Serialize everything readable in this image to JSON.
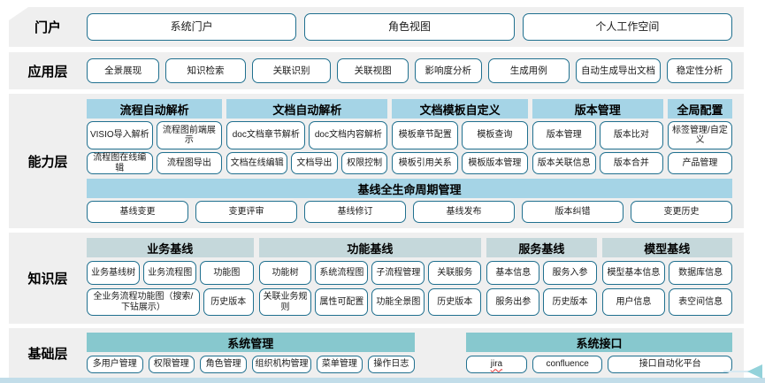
{
  "colors": {
    "band_bg": "#efefef",
    "box_border": "#20708f",
    "capability_header_bg": "#a5d4e6",
    "knowledge_header_bg": "#c5d8db",
    "foundation_header_bg": "#87c8ce",
    "bottom_strip": "#c2dde9",
    "arrow": "#93d2da",
    "misspell_underline": "#e03131"
  },
  "portal": {
    "label": "门户",
    "buttons": [
      "系统门户",
      "角色视图",
      "个人工作空间"
    ]
  },
  "app": {
    "label": "应用层",
    "buttons": [
      "全景展现",
      "知识检索",
      "关联识别",
      "关联视图",
      "影响度分析",
      "生成用例",
      "自动生成导出文档",
      "稳定性分析"
    ]
  },
  "capability": {
    "label": "能力层",
    "groups": [
      {
        "title": "流程自动解析",
        "row1": [
          "VISIO导入解析",
          "流程图前端展示"
        ],
        "row2": [
          "流程图在线编辑",
          "流程图导出"
        ]
      },
      {
        "title": "文档自动解析",
        "row1": [
          "doc文档章节解析",
          "doc文档内容解析"
        ],
        "row2": [
          "文档在线编辑",
          "文档导出",
          "权限控制"
        ]
      },
      {
        "title": "文档模板自定义",
        "row1": [
          "模板章节配置",
          "模板查询"
        ],
        "row2": [
          "模板引用关系",
          "模板版本管理"
        ]
      },
      {
        "title": "版本管理",
        "row1": [
          "版本管理",
          "版本比对"
        ],
        "row2": [
          "版本关联信息",
          "版本合并"
        ]
      },
      {
        "title": "全局配置",
        "row1": [
          "标签管理/自定义"
        ],
        "row2": [
          "产品管理"
        ]
      }
    ],
    "baseline": {
      "title": "基线全生命周期管理",
      "buttons": [
        "基线变更",
        "变更评审",
        "基线修订",
        "基线发布",
        "版本纠错",
        "变更历史"
      ]
    }
  },
  "knowledge": {
    "label": "知识层",
    "groups": [
      {
        "title": "业务基线",
        "row1": [
          "业务基线树",
          "业务流程图",
          "功能图"
        ],
        "row2": [
          "全业务流程功能图（搜索/下钻展示）",
          "历史版本"
        ]
      },
      {
        "title": "功能基线",
        "row1": [
          "功能树",
          "系统流程图",
          "子流程管理",
          "关联服务"
        ],
        "row2": [
          "关联业务规则",
          "属性可配置",
          "功能全景图",
          "历史版本"
        ]
      },
      {
        "title": "服务基线",
        "row1": [
          "基本信息",
          "服务入参"
        ],
        "row2": [
          "服务出参",
          "历史版本"
        ]
      },
      {
        "title": "模型基线",
        "row1": [
          "模型基本信息",
          "数据库信息"
        ],
        "row2": [
          "用户信息",
          "表空间信息"
        ]
      }
    ]
  },
  "foundation": {
    "label": "基础层",
    "groups": [
      {
        "title": "系统管理",
        "buttons": [
          "多用户管理",
          "权限管理",
          "角色管理",
          "组织机构管理",
          "菜单管理",
          "操作日志"
        ]
      },
      {
        "title": "系统接口",
        "buttons": [
          "jira",
          "confluence",
          "接口自动化平台"
        ]
      }
    ]
  }
}
